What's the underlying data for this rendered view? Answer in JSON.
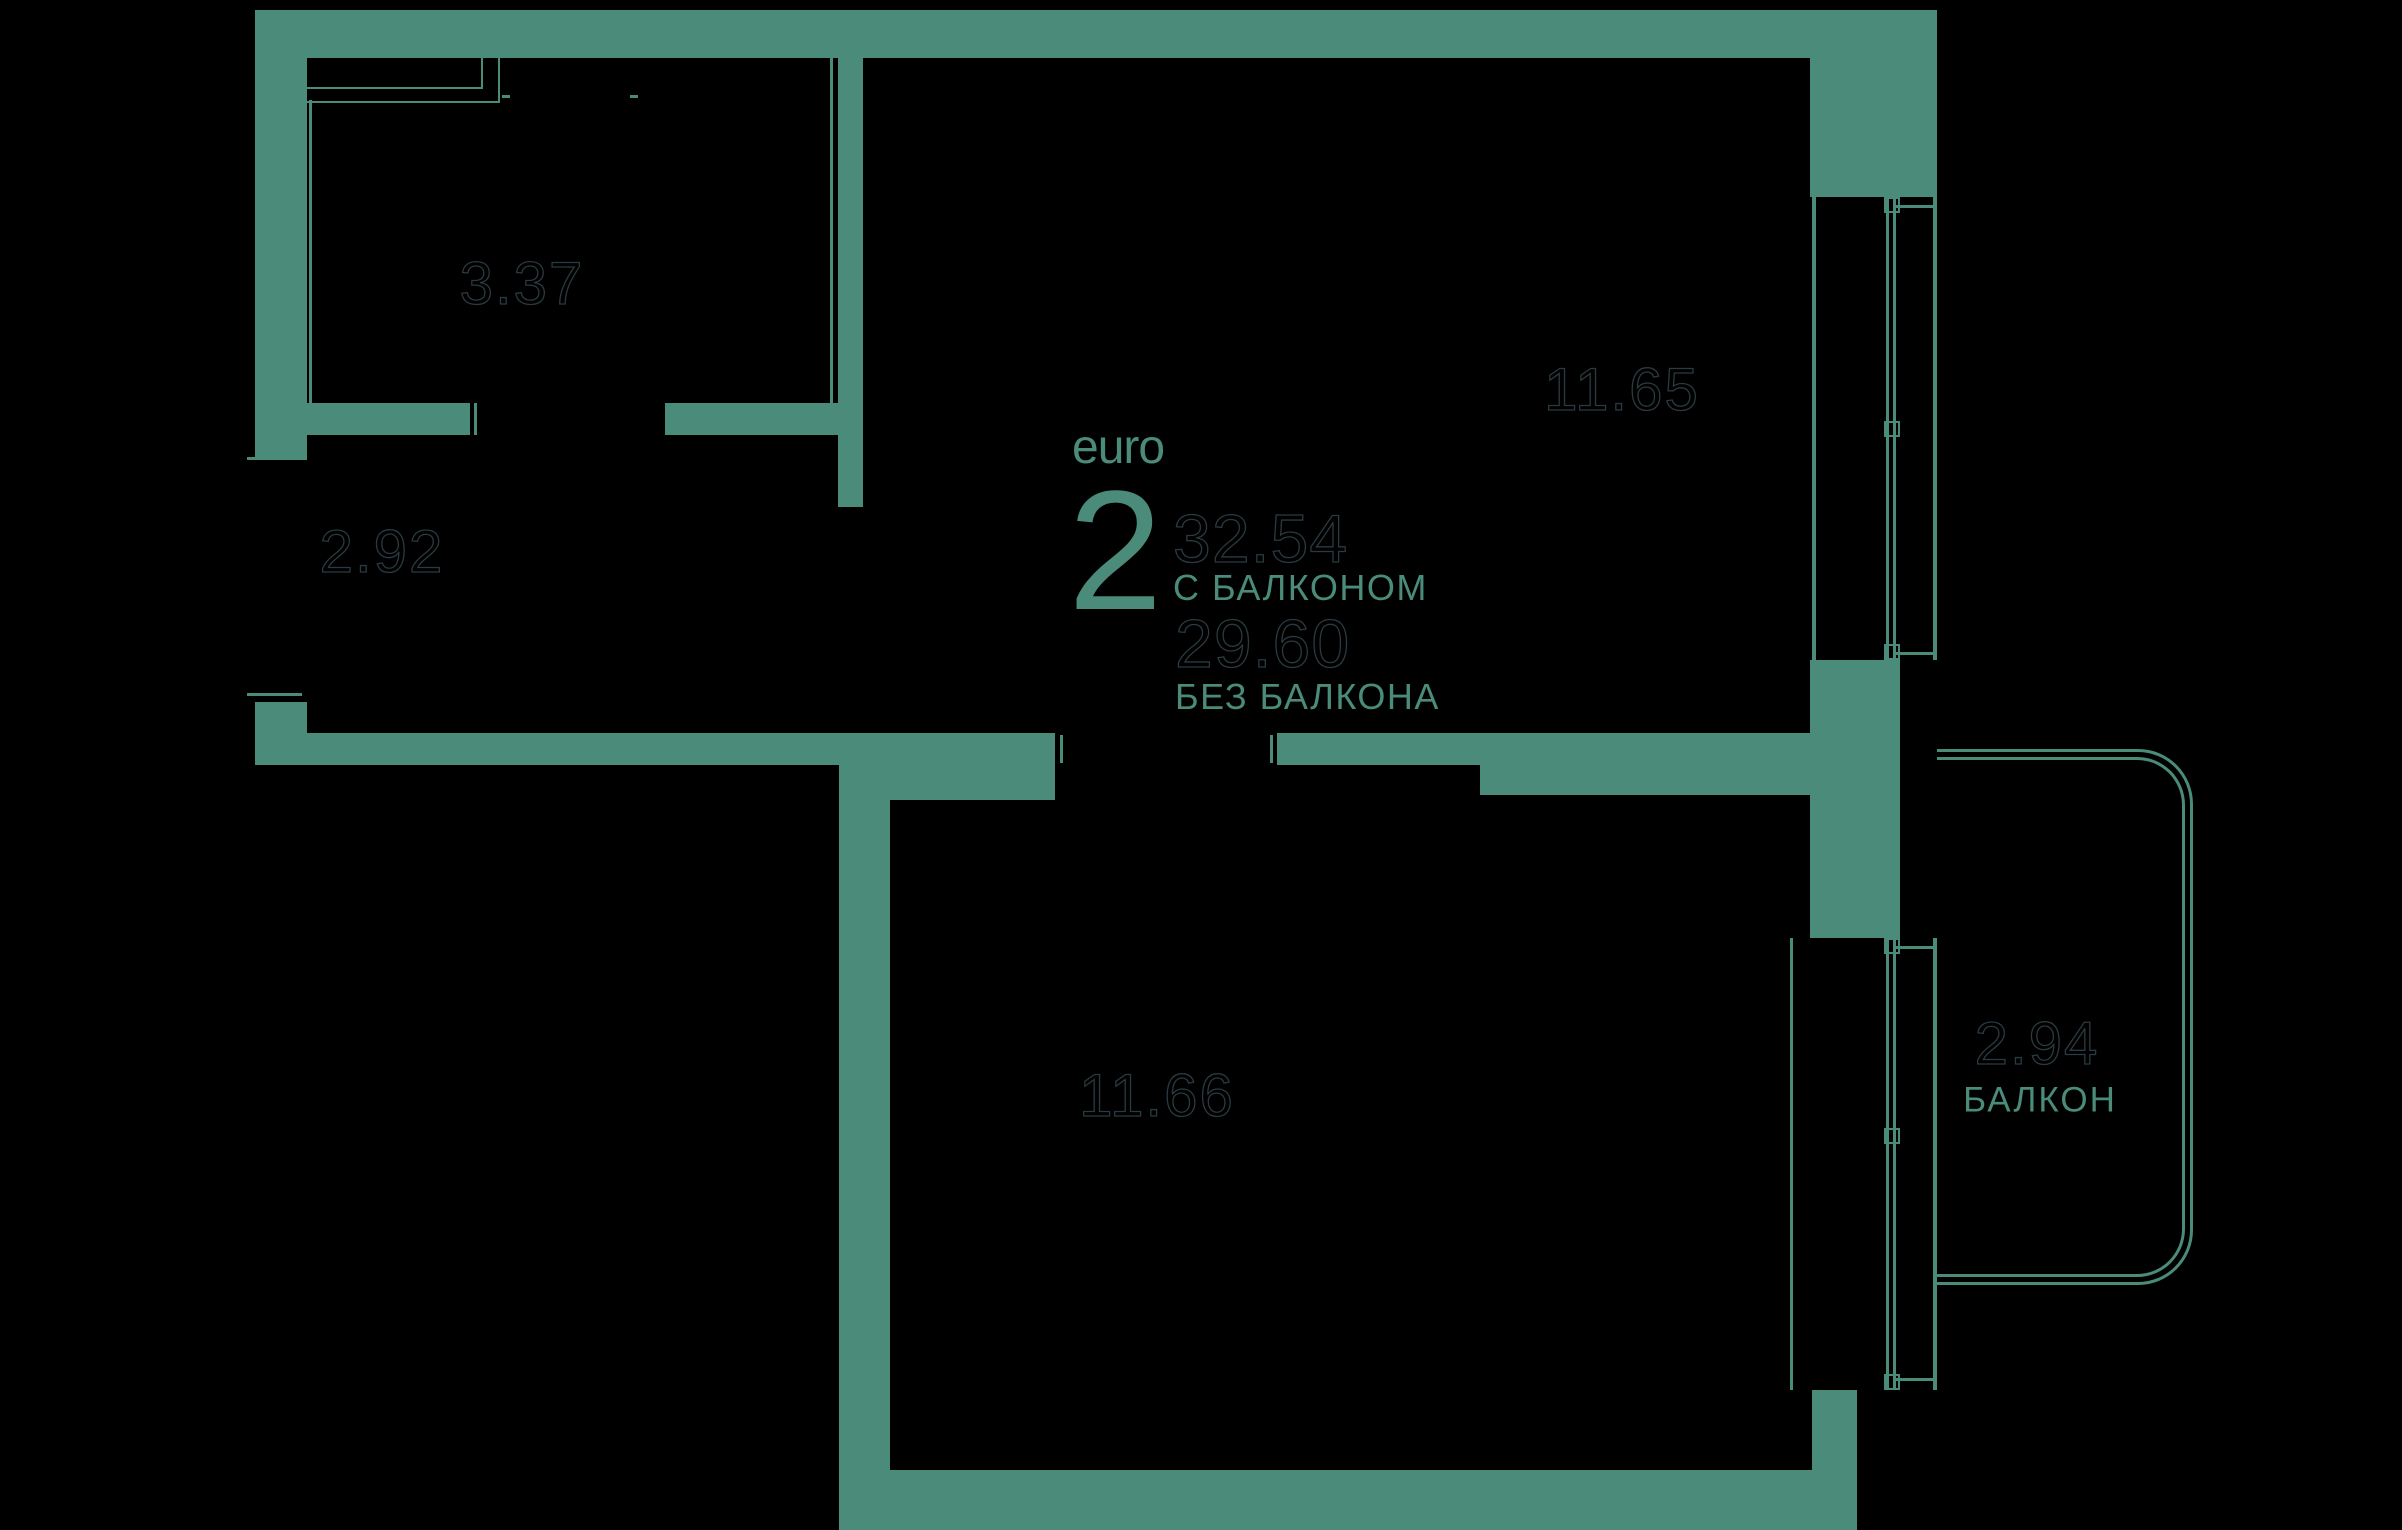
{
  "colors": {
    "background": "#000000",
    "wall": "#4a8b79",
    "dark_text": "#2b3a40"
  },
  "summary": {
    "type_label": "euro",
    "rooms_count": "2",
    "area_with_balcony": "32.54",
    "with_balcony_label": "С БАЛКОНОМ",
    "area_without_balcony": "29.60",
    "without_balcony_label": "БЕЗ БАЛКОНА"
  },
  "rooms": {
    "top_left": {
      "area": "3.37"
    },
    "hall": {
      "area": "2.92"
    },
    "top_right": {
      "area": "11.65"
    },
    "bottom": {
      "area": "11.66"
    },
    "balcony": {
      "area": "2.94",
      "label": "БАЛКОН"
    }
  }
}
